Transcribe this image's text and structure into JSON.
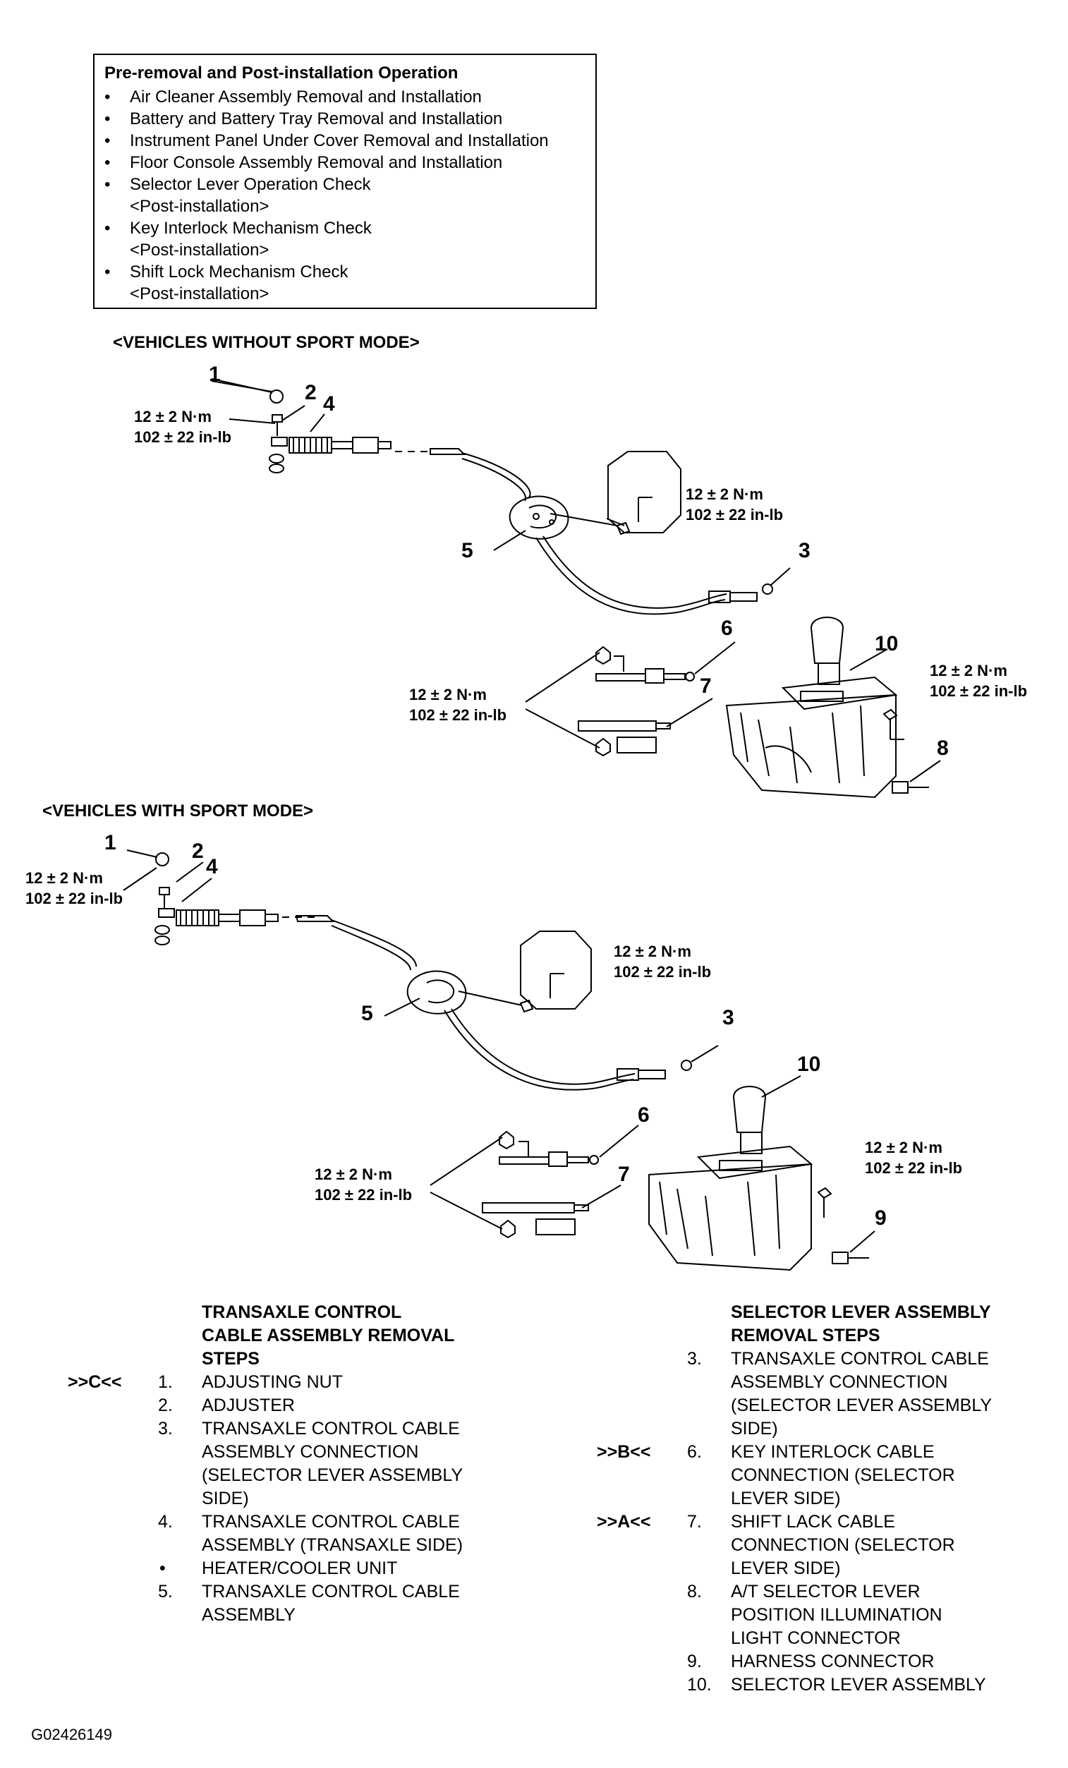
{
  "pre_operations": {
    "title": "Pre-removal and Post-installation Operation",
    "items": [
      {
        "text": "Air Cleaner Assembly Removal and Installation"
      },
      {
        "text": "Battery and Battery Tray Removal and Installation"
      },
      {
        "text": "Instrument Panel Under Cover Removal and Installation"
      },
      {
        "text": "Floor Console Assembly Removal and Installation"
      },
      {
        "text": "Selector Lever Operation Check",
        "sub": "<Post-installation>"
      },
      {
        "text": "Key Interlock Mechanism Check",
        "sub": "<Post-installation>"
      },
      {
        "text": "Shift Lock Mechanism Check",
        "sub": "<Post-installation>"
      }
    ]
  },
  "diagram_top": {
    "title": "<VEHICLES WITHOUT SPORT MODE>",
    "callouts": [
      "1",
      "2",
      "4",
      "5",
      "3",
      "6",
      "7",
      "10",
      "8"
    ],
    "torque": {
      "nm": "12 ± 2 N·m",
      "inlb": "102 ± 22 in-lb"
    }
  },
  "diagram_bottom": {
    "title": "<VEHICLES WITH SPORT MODE>",
    "callouts": [
      "1",
      "2",
      "4",
      "5",
      "3",
      "10",
      "6",
      "7",
      "9"
    ],
    "torque": {
      "nm": "12 ± 2 N·m",
      "inlb": "102 ± 22 in-lb",
      "nm_alt": "12 ±  2 N·m"
    }
  },
  "cable_steps": {
    "heading": [
      "TRANSAXLE CONTROL",
      "CABLE ASSEMBLY REMOVAL",
      "STEPS"
    ],
    "steps": [
      {
        "ref": ">>C<<",
        "num": "1.",
        "lines": [
          "ADJUSTING NUT"
        ]
      },
      {
        "ref": "",
        "num": "2.",
        "lines": [
          "ADJUSTER"
        ]
      },
      {
        "ref": "",
        "num": "3.",
        "lines": [
          "TRANSAXLE CONTROL CABLE",
          "ASSEMBLY CONNECTION",
          "(SELECTOR LEVER ASSEMBLY",
          "SIDE)"
        ]
      },
      {
        "ref": "",
        "num": "4.",
        "lines": [
          "TRANSAXLE CONTROL CABLE",
          "ASSEMBLY (TRANSAXLE SIDE)"
        ]
      },
      {
        "ref": "",
        "num": "•",
        "lines": [
          "HEATER/COOLER UNIT"
        ]
      },
      {
        "ref": "",
        "num": "5.",
        "lines": [
          "TRANSAXLE CONTROL CABLE",
          "ASSEMBLY"
        ]
      }
    ]
  },
  "lever_steps": {
    "heading": [
      "SELECTOR LEVER ASSEMBLY",
      "REMOVAL STEPS"
    ],
    "steps": [
      {
        "ref": "",
        "num": "3.",
        "lines": [
          "TRANSAXLE CONTROL CABLE",
          "ASSEMBLY CONNECTION",
          "(SELECTOR LEVER ASSEMBLY",
          "SIDE)"
        ]
      },
      {
        "ref": ">>B<<",
        "num": "6.",
        "lines": [
          "KEY INTERLOCK CABLE",
          "CONNECTION (SELECTOR",
          "LEVER SIDE)"
        ]
      },
      {
        "ref": ">>A<<",
        "num": "7.",
        "lines": [
          "SHIFT LACK CABLE",
          "CONNECTION (SELECTOR",
          "LEVER SIDE)"
        ]
      },
      {
        "ref": "",
        "num": "8.",
        "lines": [
          "A/T SELECTOR LEVER",
          "POSITION ILLUMINATION",
          "LIGHT CONNECTOR"
        ]
      },
      {
        "ref": "",
        "num": "9.",
        "lines": [
          "HARNESS CONNECTOR"
        ]
      },
      {
        "ref": "",
        "num": "10.",
        "lines": [
          "SELECTOR LEVER ASSEMBLY"
        ]
      }
    ]
  },
  "figure_id": "G02426149"
}
